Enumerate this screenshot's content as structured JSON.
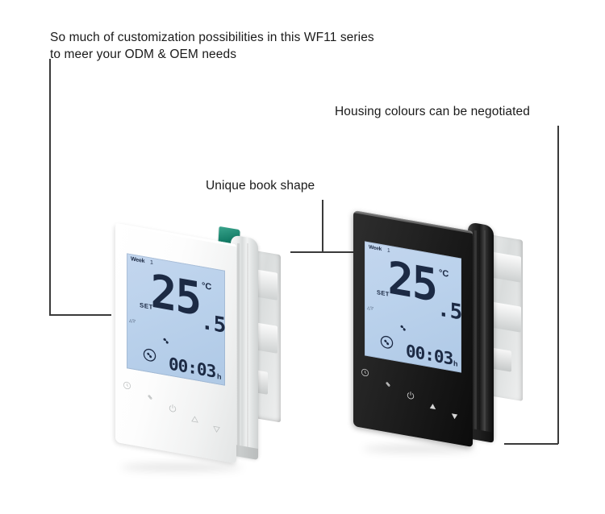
{
  "callouts": {
    "customization": "So much of customization possibilities in this WF11 series\nto meer your ODM & OEM needs",
    "housing": "Housing colours can be negotiated",
    "book_shape": "Unique book shape"
  },
  "colors": {
    "lcd_background": "#bcd3ec",
    "lcd_ink": "#1c2a44",
    "white_housing": "#f4f5f5",
    "black_housing": "#1a1a1a",
    "terminal_green": "#17806a",
    "leader_line": "#3a3a3a"
  },
  "devices": [
    {
      "id": "white",
      "housing_colour": "white",
      "display": {
        "week_label": "Week",
        "week_value": "1",
        "set_label": "SET",
        "temperature_integer": "25",
        "temperature_decimal": ".5",
        "unit": "°C",
        "timer_value": "00:03",
        "timer_unit": "h",
        "arrows_indicator": "▵▿",
        "fan_icon": "fan-blade-icon",
        "fan_mode_icon": "fan-circle-icon"
      },
      "buttons": [
        {
          "name": "clock-button",
          "glyph": "ⓘ"
        },
        {
          "name": "fan-button",
          "glyph": "❀"
        },
        {
          "name": "power-button",
          "glyph": "⏻"
        },
        {
          "name": "up-button",
          "glyph": "△"
        },
        {
          "name": "down-button",
          "glyph": "▽"
        }
      ],
      "terminal_block": "green-terminal-connector"
    },
    {
      "id": "black",
      "housing_colour": "black",
      "display": {
        "week_label": "Week",
        "week_value": "1",
        "set_label": "SET",
        "temperature_integer": "25",
        "temperature_decimal": ".5",
        "unit": "°C",
        "timer_value": "00:03",
        "timer_unit": "h",
        "arrows_indicator": "▵▿",
        "fan_icon": "fan-blade-icon",
        "fan_mode_icon": "fan-circle-icon"
      },
      "buttons": [
        {
          "name": "clock-button",
          "glyph": "ⓘ"
        },
        {
          "name": "fan-button",
          "glyph": "❀"
        },
        {
          "name": "power-button",
          "glyph": "⏻"
        },
        {
          "name": "up-button",
          "glyph": "▲"
        },
        {
          "name": "down-button",
          "glyph": "▼"
        }
      ]
    }
  ]
}
